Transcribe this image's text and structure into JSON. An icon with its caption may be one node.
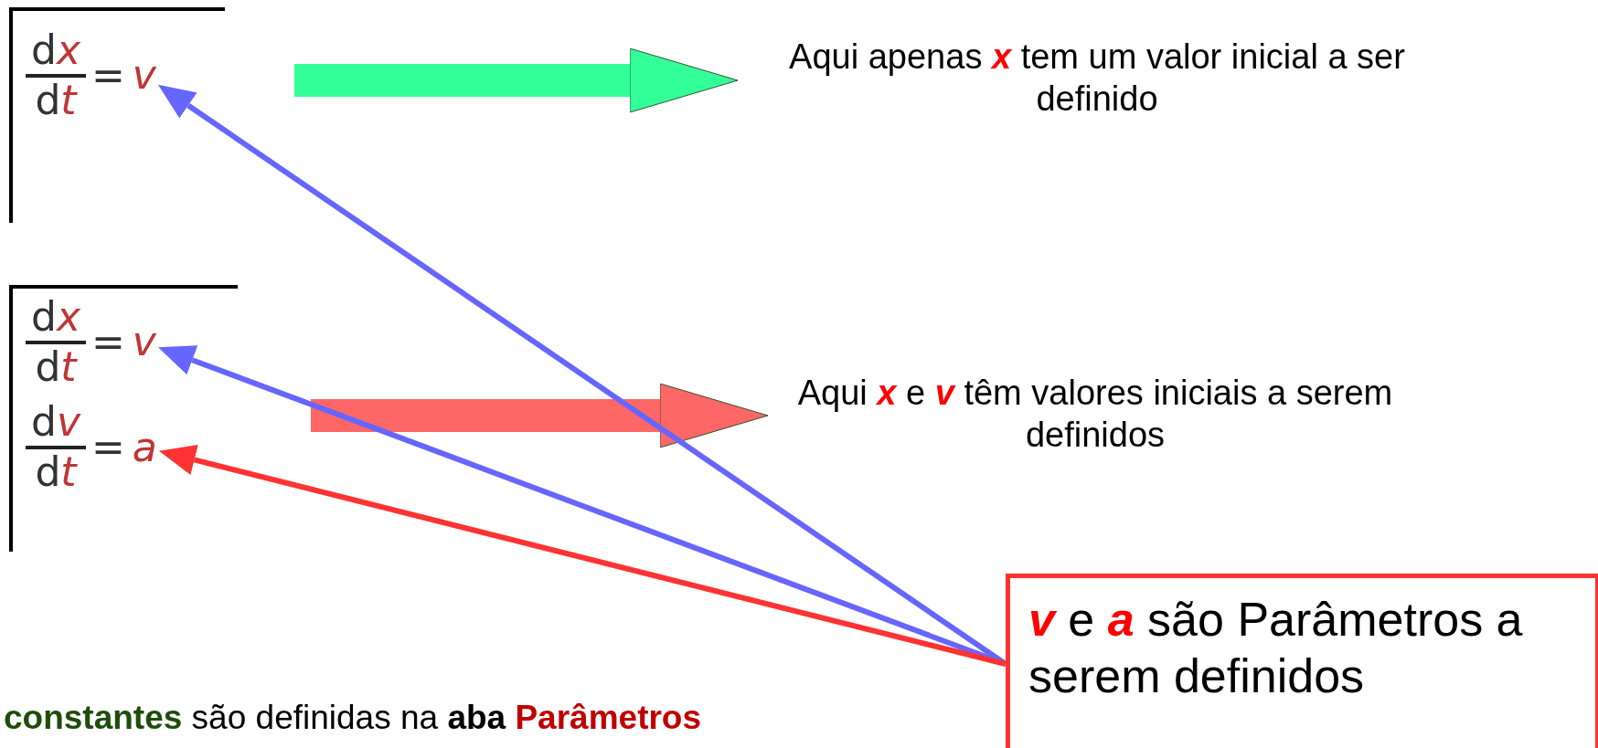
{
  "diagram": {
    "nodes": [
      {
        "text": [
          "dx",
          "dt",
          "="
        ]
      },
      {
        "text": [
          "v"
        ],
        "in": 0
      },
      {
        "text": [
          "Aqui apenas **x** tem um valor inicial a ser definido"
        ]
      },
      {
        "text": [
          "dx",
          "dt",
          "=",
          "dv",
          "dt",
          "="
        ]
      },
      {
        "text": [
          "v"
        ],
        "in": 3
      },
      {
        "text": [
          "a"
        ],
        "in": 3
      },
      {
        "text": [
          "Aqui **x** e **v** têm valores iniciais a serem definidos"
        ]
      },
      {
        "text": [
          "**v** e **a** são Parâmetros a serem definidos"
        ]
      }
    ],
    "edges": [
      {
        "from": 0,
        "to": 2,
        "arrow": "to",
        "style": "thick",
        "color": "#33ff99"
      },
      {
        "from": 3,
        "to": 6,
        "arrow": "to",
        "style": "thick",
        "color": "#ff6666"
      },
      {
        "from": 7,
        "to": 1,
        "arrow": "to"
      },
      {
        "from": 7,
        "to": 4,
        "arrow": "to"
      },
      {
        "from": 7,
        "to": 5,
        "arrow": "to",
        "color": "#ff3333"
      }
    ],
    "labels": [
      "**constantes** são definidas na **aba** **Parâmetros**"
    ]
  }
}
